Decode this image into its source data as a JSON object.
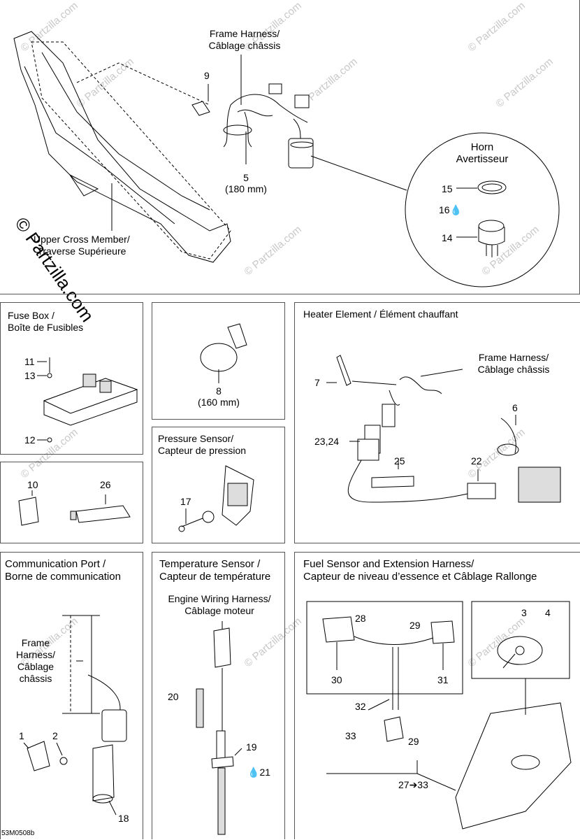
{
  "main": {
    "frame_harness": "Frame Harness/\nCâblage châssis",
    "upper_cross_member": "Upper Cross Member/\nTraverse Supérieure",
    "horn_title": "Horn\nAvertisseur",
    "callouts": {
      "n9": "9",
      "n5": "5\n(180 mm)",
      "n15": "15",
      "n16": "16",
      "n14": "14"
    }
  },
  "fuse_box": {
    "title": "Fuse Box /\nBoîte de Fusibles",
    "callouts": {
      "n11": "11",
      "n13": "13",
      "n12": "12"
    }
  },
  "clamp": {
    "callouts": {
      "n8": "8\n(160 mm)"
    }
  },
  "heater": {
    "title": "Heater Element / Élément chauffant",
    "frame_harness": "Frame Harness/\nCâblage châssis",
    "callouts": {
      "n7": "7",
      "n6": "6",
      "n2324": "23,24",
      "n25": "25",
      "n22": "22"
    }
  },
  "misc": {
    "callouts": {
      "n10": "10",
      "n26": "26"
    }
  },
  "pressure_sensor": {
    "title": "Pressure Sensor/\nCapteur de pression",
    "callouts": {
      "n17": "17"
    }
  },
  "comm_port": {
    "title": "Communication Port /\nBorne de communication",
    "frame_harness": "Frame\nHarness/\nCâblage\nchâssis",
    "callouts": {
      "n1": "1",
      "n2": "2",
      "n18": "18"
    }
  },
  "temp_sensor": {
    "title": "Temperature Sensor /\nCapteur de température",
    "engine_harness": "Engine Wiring Harness/\nCâblage moteur",
    "callouts": {
      "n20": "20",
      "n19": "19",
      "n21": "21"
    }
  },
  "fuel_sensor": {
    "title": "Fuel Sensor and Extension Harness/\nCapteur de niveau d’essence et Câblage Rallonge",
    "callouts": {
      "n28": "28",
      "n29a": "29",
      "n3": "3",
      "n4": "4",
      "n30": "30",
      "n31": "31",
      "n32": "32",
      "n33": "33",
      "n29b": "29",
      "n2733": "27➔33"
    }
  },
  "watermark": {
    "text": "© Partzilla.com",
    "big": "© Partzilla.com"
  },
  "footer": {
    "code": "53M0508b"
  },
  "colors": {
    "border": "#555555",
    "watermark": "#c8c8c8"
  }
}
